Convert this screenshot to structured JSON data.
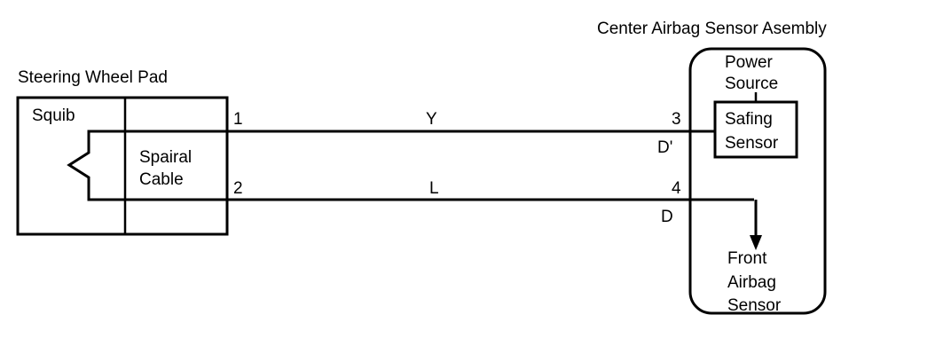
{
  "colors": {
    "ink": "#000000",
    "background": "#ffffff"
  },
  "steering_wheel_pad": {
    "title": "Steering Wheel Pad",
    "squib_label": "Squib",
    "spiral_cable_line1": "Spairal",
    "spiral_cable_line2": "Cable"
  },
  "center_sensor_assembly": {
    "title": "Center Airbag Sensor Asembly",
    "power_source_line1": "Power",
    "power_source_line2": "Source",
    "safing_sensor_line1": "Safing",
    "safing_sensor_line2": "Sensor",
    "front_sensor_line1": "Front",
    "front_sensor_line2": "Airbag",
    "front_sensor_line3": "Sensor"
  },
  "wires": [
    {
      "pad_pin": "1",
      "color_code": "Y",
      "sensor_pin": "3",
      "connector": "D'"
    },
    {
      "pad_pin": "2",
      "color_code": "L",
      "sensor_pin": "4",
      "connector": "D"
    }
  ]
}
